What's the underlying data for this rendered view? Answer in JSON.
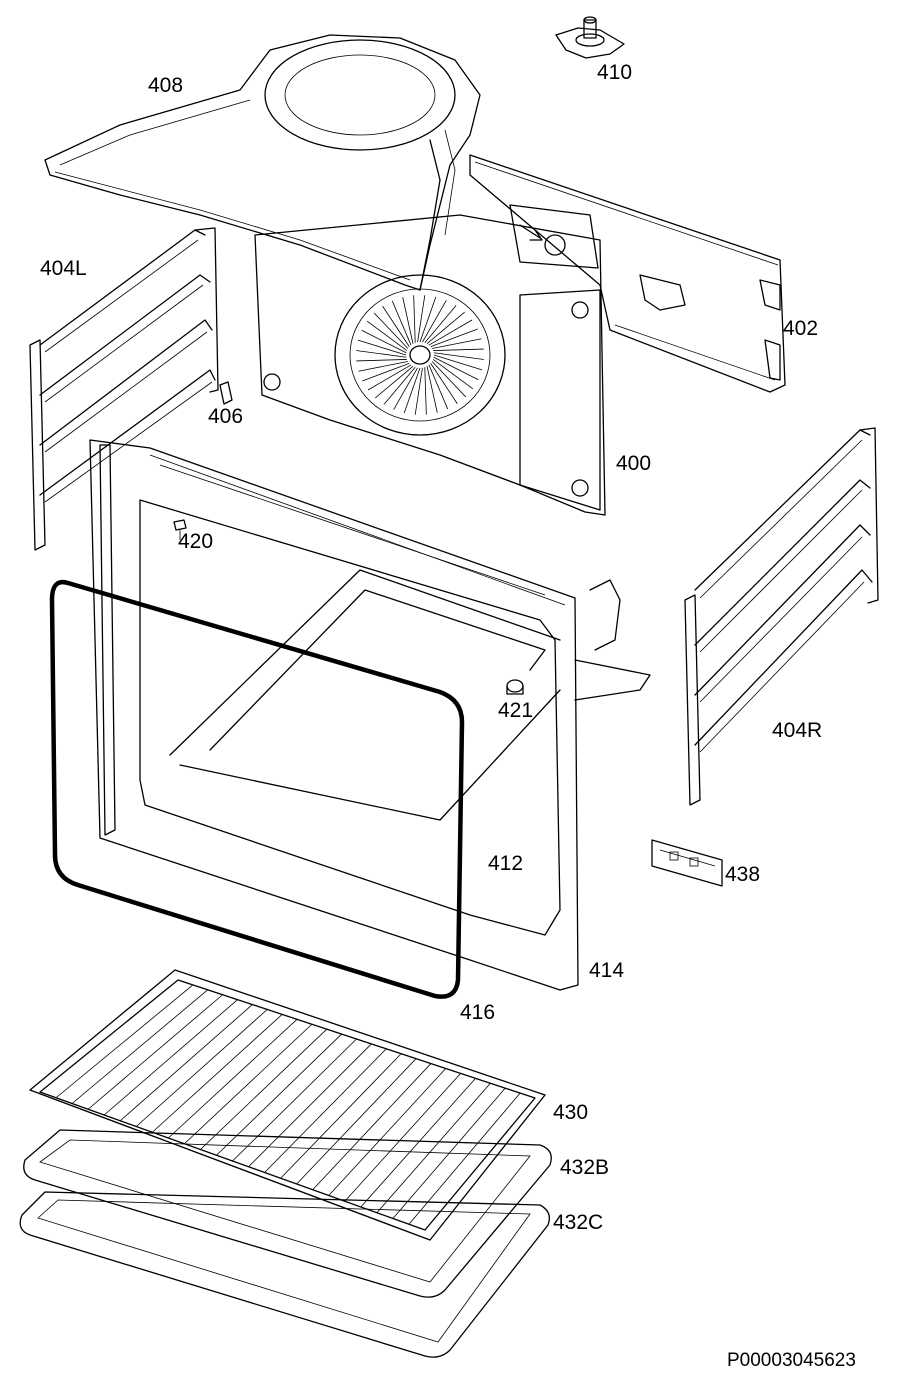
{
  "labels": {
    "p408": "408",
    "p410": "410",
    "p404L": "404L",
    "p402": "402",
    "p406": "406",
    "p400": "400",
    "p420": "420",
    "p421": "421",
    "p404R": "404R",
    "p412": "412",
    "p438": "438",
    "p414": "414",
    "p416": "416",
    "p430": "430",
    "p432B": "432B",
    "p432C": "432C"
  },
  "document_number": "P00003045623"
}
